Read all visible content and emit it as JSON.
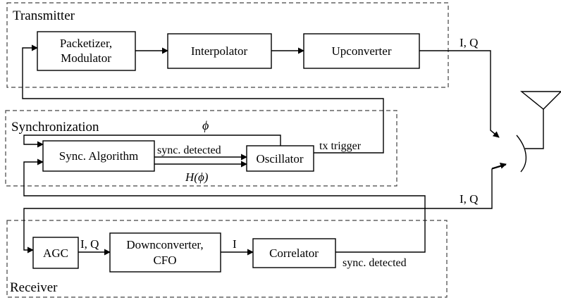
{
  "groups": {
    "transmitter": "Transmitter",
    "synchronization": "Synchronization",
    "receiver": "Receiver"
  },
  "blocks": {
    "packetizer_line1": "Packetizer,",
    "packetizer_line2": "Modulator",
    "interpolator": "Interpolator",
    "upconverter": "Upconverter",
    "sync_algorithm": "Sync. Algorithm",
    "oscillator": "Oscillator",
    "agc": "AGC",
    "downconverter_line1": "Downconverter,",
    "downconverter_line2": "CFO",
    "correlator": "Correlator"
  },
  "signals": {
    "tx_iq": "I, Q",
    "rx_iq": "I, Q",
    "agc_out": "I, Q",
    "downconv_out": "I",
    "phi": "ϕ",
    "h_phi": "H(ϕ)",
    "sync_detected_internal": "sync. detected",
    "tx_trigger": "tx trigger",
    "sync_detected_receiver": "sync. detected"
  }
}
